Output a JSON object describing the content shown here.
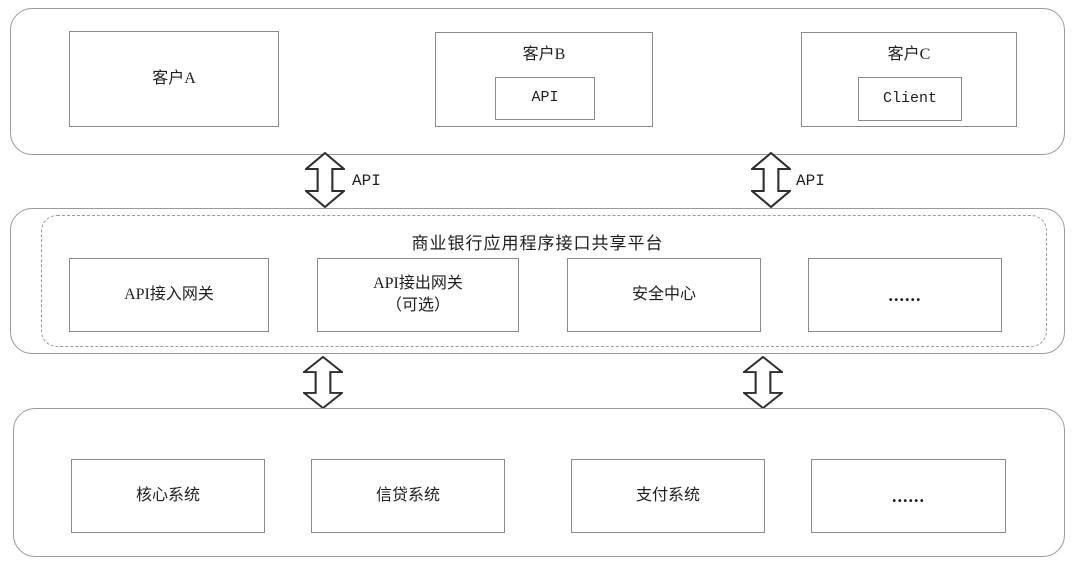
{
  "diagram": {
    "tier1": {
      "client_a": {
        "label": "客户A"
      },
      "client_b": {
        "label": "客户B",
        "inner_label": "API"
      },
      "client_c": {
        "label": "客户C",
        "inner_label": "Client"
      }
    },
    "arrows": {
      "left_api_label": "API",
      "right_api_label": "API"
    },
    "tier2": {
      "title": "商业银行应用程序接口共享平台",
      "boxes": [
        {
          "label": "API接入网关"
        },
        {
          "label": "API接出网关",
          "sublabel": "（可选）"
        },
        {
          "label": "安全中心"
        },
        {
          "label": "......"
        }
      ]
    },
    "tier3": {
      "boxes": [
        {
          "label": "核心系统"
        },
        {
          "label": "信贷系统"
        },
        {
          "label": "支付系统"
        },
        {
          "label": "......"
        }
      ]
    },
    "colors": {
      "container_border": "#9a9a9a",
      "box_border": "#8a8a8a",
      "arrow_outline": "#2f2f2f",
      "text": "#1f1f1f",
      "background": "#ffffff"
    }
  }
}
